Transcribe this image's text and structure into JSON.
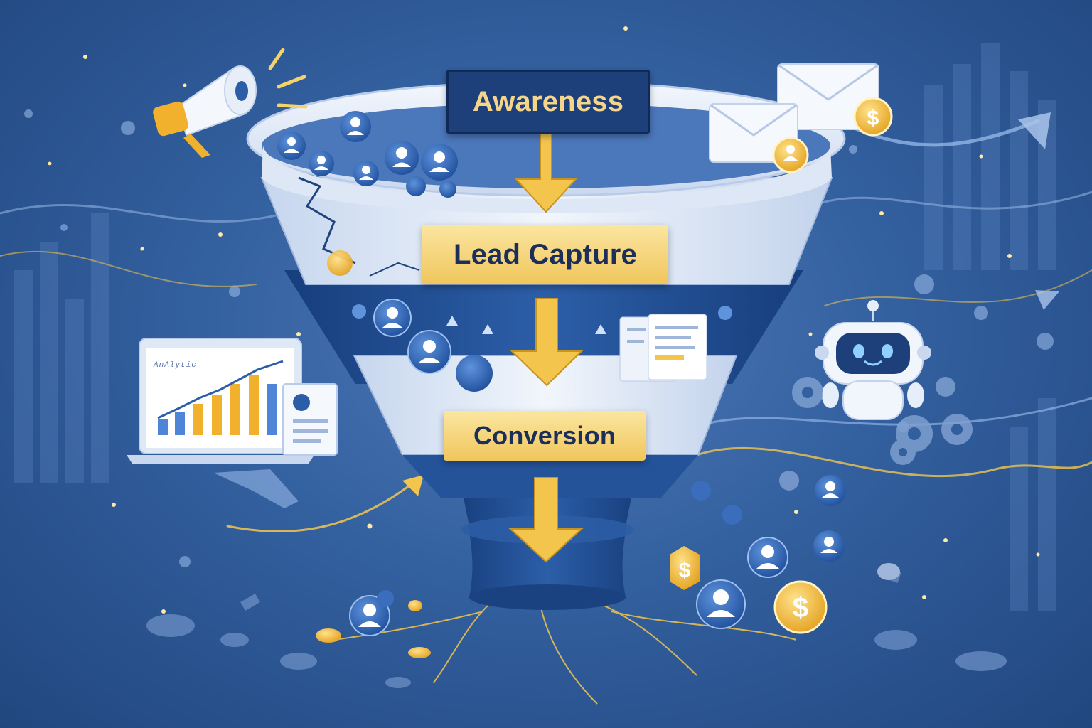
{
  "stages": {
    "awareness": "Awareness",
    "lead_capture": "Lead Capture",
    "conversion": "Conversion"
  },
  "analytics_panel": {
    "title": "AnAlytic"
  },
  "coin_symbol": "$",
  "colors": {
    "background": "#33609f",
    "funnel": "#e6eefa",
    "funnel_dark": "#1f4c92",
    "label_navy": "#1d3f7a",
    "label_gold": "#f0c65c",
    "arrow_gold": "#f3c54d",
    "text_gold": "#f4d58a"
  },
  "icons": [
    "megaphone-icon",
    "envelope-icon",
    "coin-icon",
    "user-icon",
    "laptop-chart-icon",
    "document-icon",
    "robot-icon",
    "gear-icon",
    "trend-arrow-icon"
  ]
}
